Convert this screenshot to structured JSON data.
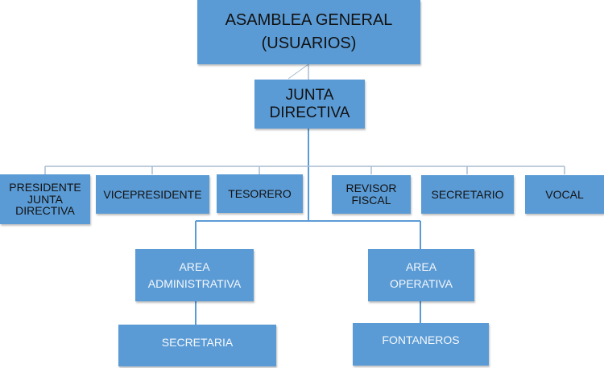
{
  "diagram": {
    "type": "org-chart",
    "colors": {
      "box_fill": "#5b9bd5",
      "line": "#5b9bd5",
      "line_light": "#a8bcd0"
    },
    "root": {
      "line1": "ASAMBLEA GENERAL",
      "line2": "(USUARIOS)"
    },
    "board": {
      "line1": "JUNTA",
      "line2": "DIRECTIVA"
    },
    "members": [
      {
        "lines": [
          "PRESIDENTE",
          "JUNTA",
          "DIRECTIVA"
        ]
      },
      {
        "lines": [
          "VICEPRESIDENTE"
        ]
      },
      {
        "lines": [
          "TESORERO"
        ]
      },
      {
        "lines": [
          "REVISOR",
          "FISCAL"
        ]
      },
      {
        "lines": [
          "SECRETARIO"
        ]
      },
      {
        "lines": [
          "VOCAL"
        ]
      }
    ],
    "areas": [
      {
        "line1": "AREA",
        "line2": "ADMINISTRATIVA",
        "child": "SECRETARIA"
      },
      {
        "line1": "AREA",
        "line2": "OPERATIVA",
        "child": "FONTANEROS"
      }
    ]
  }
}
